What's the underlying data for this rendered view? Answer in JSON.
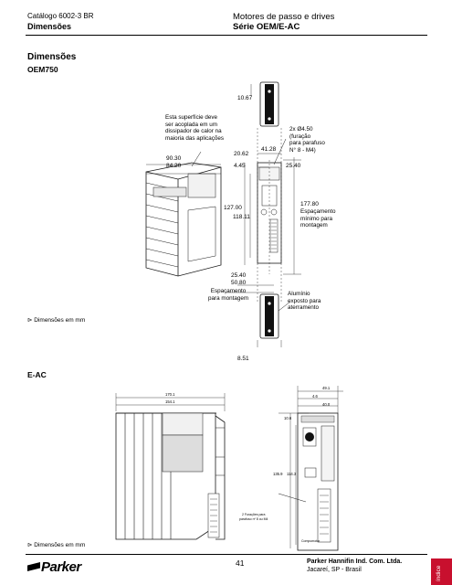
{
  "header": {
    "catalog": "Catálogo 6002-3 BR",
    "section": "Dimensões",
    "product_line": "Motores de passo e drives",
    "series": "Série OEM/E-AC"
  },
  "page_title": "Dimensões",
  "oem750": {
    "title": "OEM750",
    "heatsink_note": [
      "Esta superfície deve",
      "ser acoplada em um",
      "dissipador de calor na",
      "maioria das aplicações"
    ],
    "dims": {
      "d_90_30": "90.30",
      "d_84_20": "84.20",
      "d_10_67": "10.67",
      "d_20_62": "20.62",
      "d_41_28": "41.28",
      "d_4_45": "4.45",
      "d_25_40_top": "25.40",
      "d_127_00": "127.00",
      "d_118_11": "118.11",
      "d_177_80": "177.80",
      "d_25_40_bottom": "25.40",
      "d_50_80": "50.80",
      "d_8_51": "8.51"
    },
    "holes_note": [
      "2x Ø4.50",
      "(furação",
      "para parafuso",
      "N° 8 - M4)"
    ],
    "spacing_min_note": [
      "Espaçamento",
      "mínimo para",
      "montagem"
    ],
    "spacing_note": [
      "Espaçamento",
      "para montagem"
    ],
    "aluminum_note": [
      "Alumínio",
      "exposto para",
      "aterramento"
    ],
    "units_note": "Dimensões em mm"
  },
  "eac": {
    "title": "E-AC",
    "dims": {
      "d_170_1": "170.1",
      "d_154_1": "154.1",
      "d_49_1": "49.1",
      "d_4_6": "4.6",
      "d_40_0": "40.0",
      "d_10_6": "10.6",
      "d_135_9": "135.9",
      "d_114_3": "114.3"
    },
    "holes_note": [
      "2 Furações para",
      "parafuso nº 8 ou M4"
    ],
    "compumotor_label": "Compumotor",
    "units_note": "Dimensões em mm"
  },
  "footer": {
    "logo_text": "Parker",
    "page_number": "41",
    "company": "Parker Hannifin Ind. Com. Ltda.",
    "address": "Jacareí, SP - Brasil",
    "tab_label": "índice"
  },
  "colors": {
    "tab_red": "#c8102e",
    "drawing_ink": "#1a1a1a"
  }
}
